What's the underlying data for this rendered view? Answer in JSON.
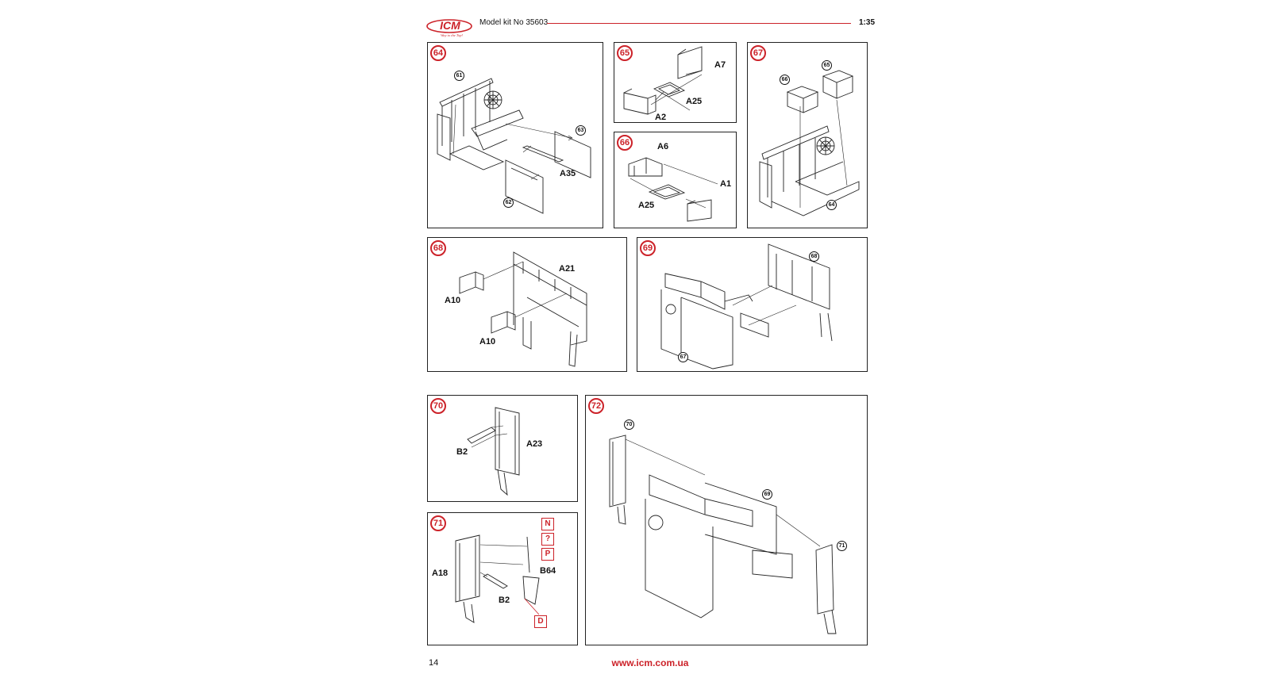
{
  "header": {
    "brand": "ICM",
    "tagline": "Way to the Top!",
    "kit_label": "Model kit No 35603",
    "scale": "1:35",
    "accent_color": "#cc2229"
  },
  "steps": {
    "s64": {
      "number": "64",
      "refs": [
        "61",
        "63",
        "62"
      ],
      "parts": [
        "A35"
      ]
    },
    "s65": {
      "number": "65",
      "parts": [
        "A7",
        "A25",
        "A2"
      ]
    },
    "s66": {
      "number": "66",
      "parts": [
        "A6",
        "A1",
        "A25"
      ]
    },
    "s67": {
      "number": "67",
      "refs": [
        "66",
        "65",
        "64"
      ]
    },
    "s68": {
      "number": "68",
      "parts": [
        "A21",
        "A10",
        "A10"
      ]
    },
    "s69": {
      "number": "69",
      "refs": [
        "68",
        "67"
      ]
    },
    "s70": {
      "number": "70",
      "parts": [
        "B2",
        "A23"
      ]
    },
    "s71": {
      "number": "71",
      "parts": [
        "A18",
        "B64",
        "B2"
      ],
      "markers": [
        "N",
        "?",
        "P",
        "D"
      ]
    },
    "s72": {
      "number": "72",
      "refs": [
        "70",
        "69",
        "71"
      ]
    }
  },
  "footer": {
    "page_number": "14",
    "url": "www.icm.com.ua"
  }
}
